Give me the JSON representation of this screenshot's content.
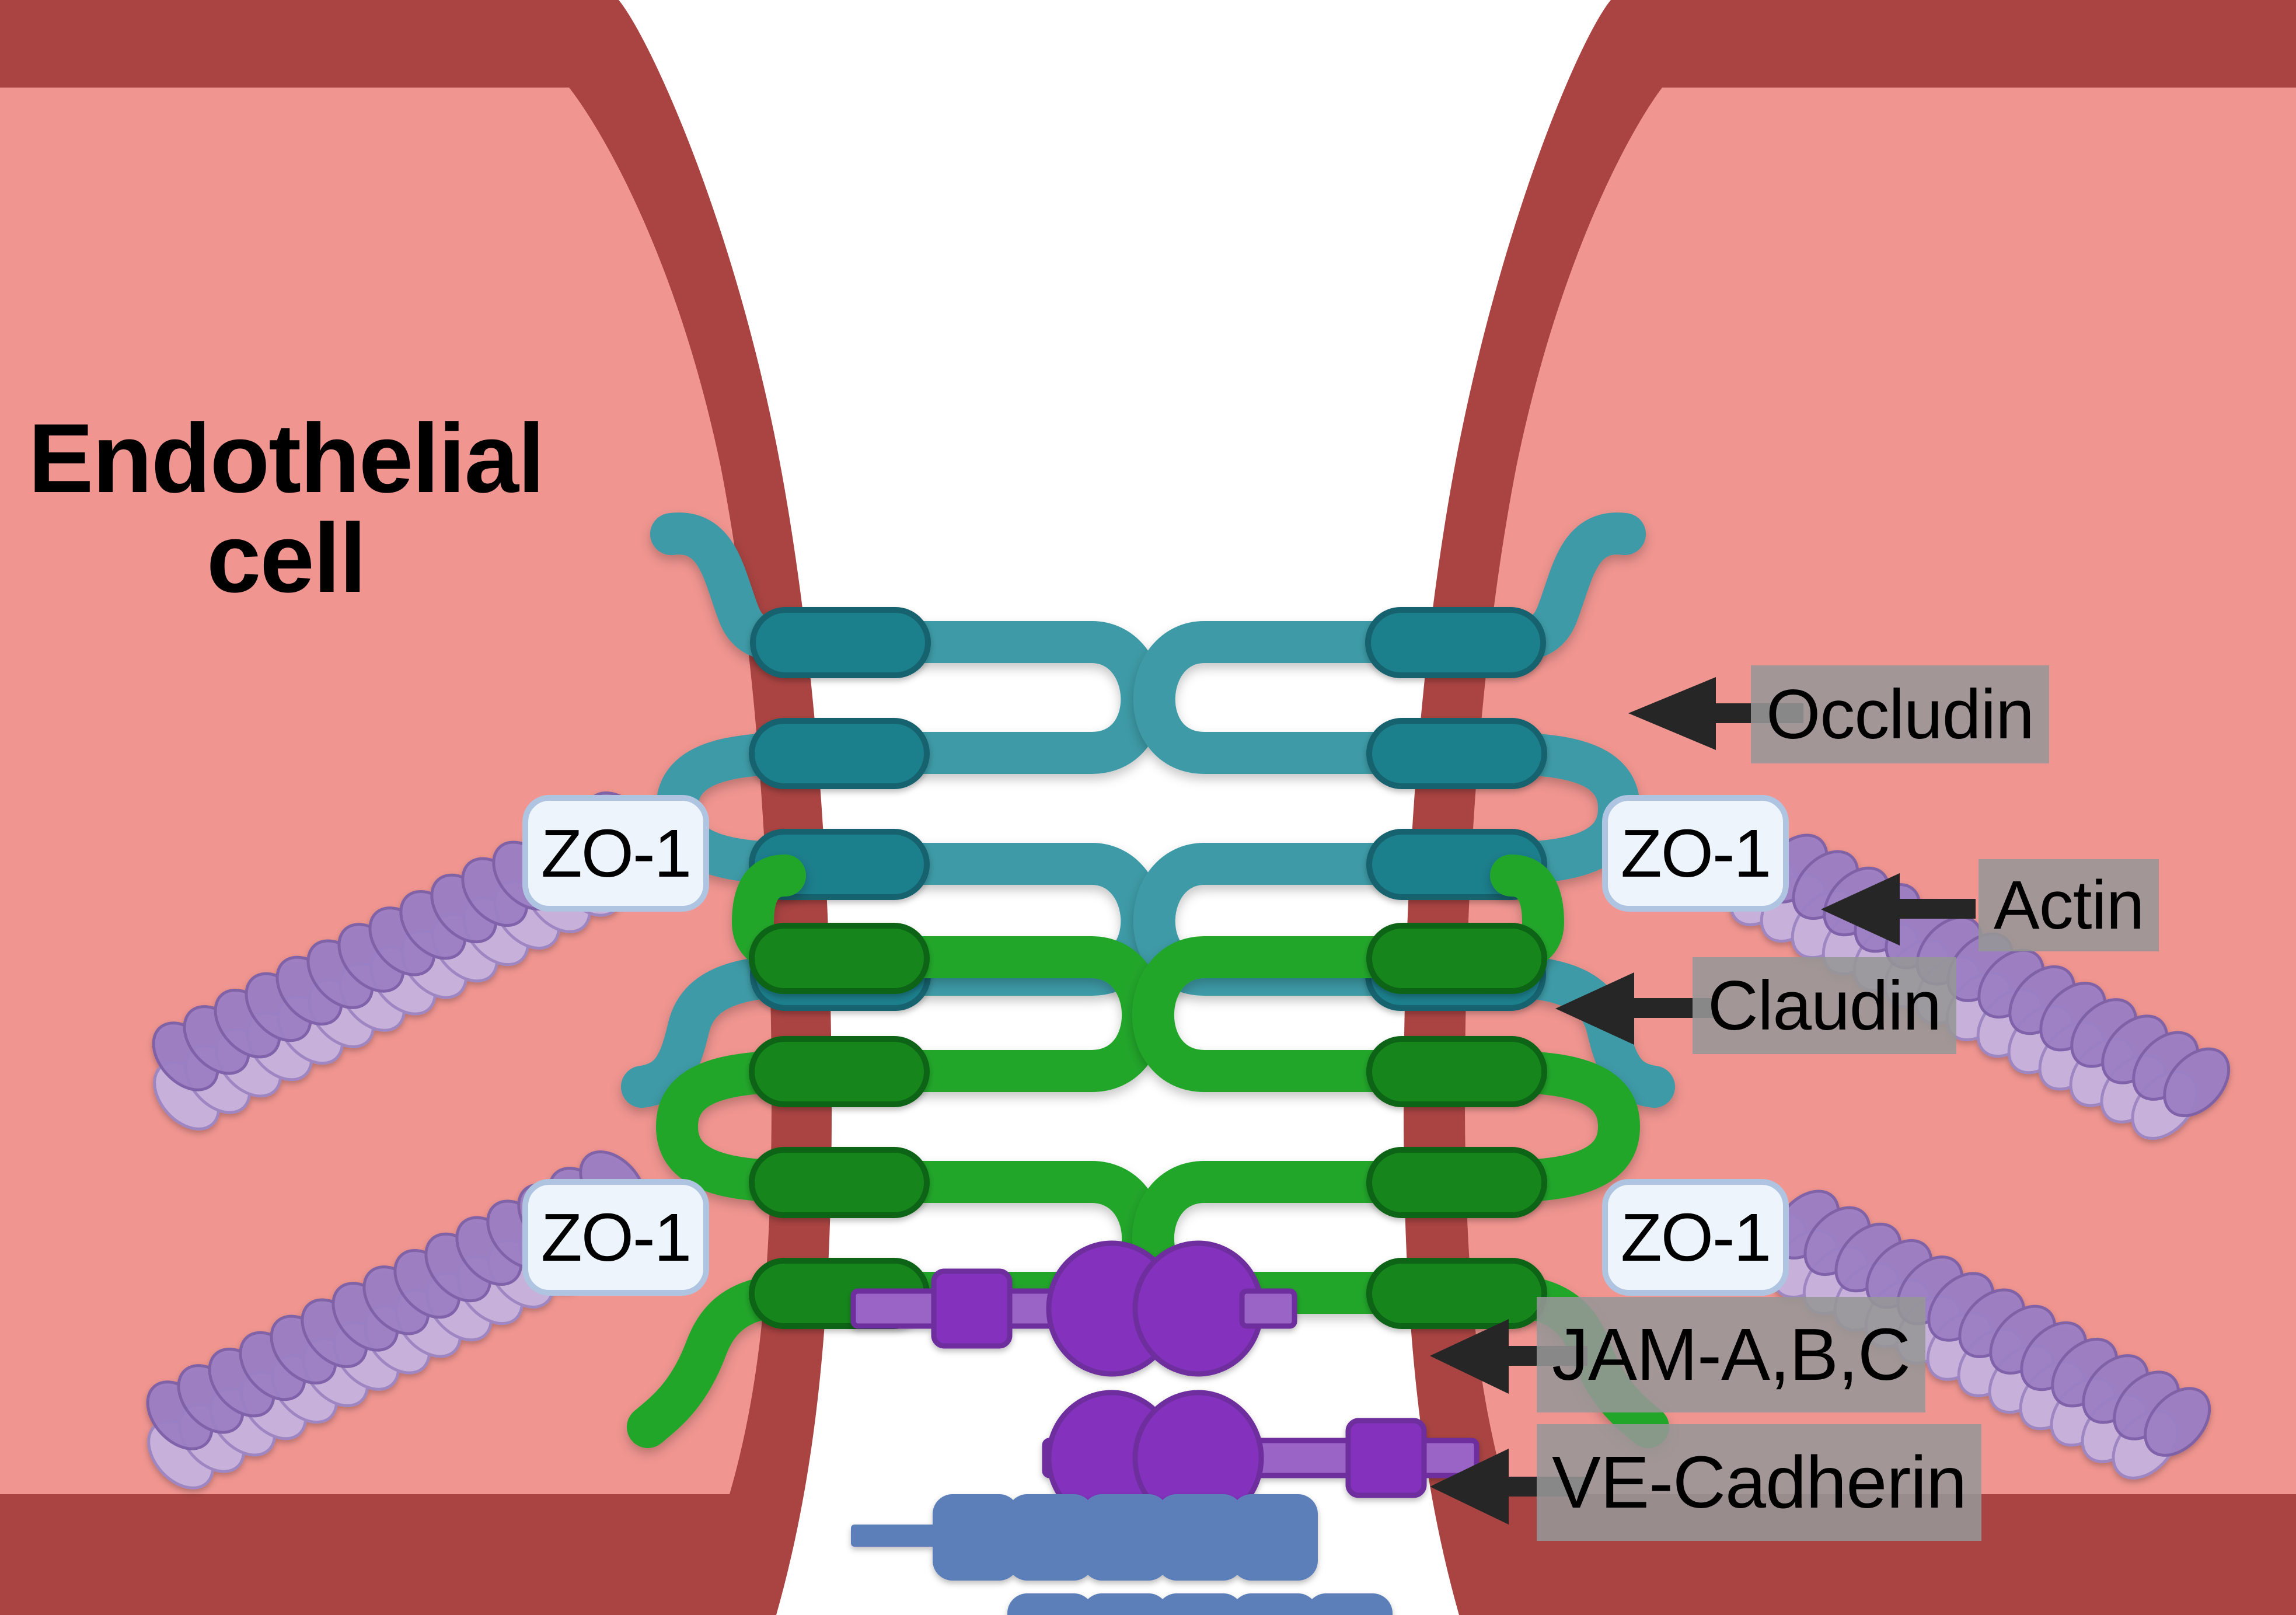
{
  "figure": {
    "type": "biological-diagram",
    "subject": "Endothelial cell tight junction complex",
    "background_color": "#ffffff"
  },
  "cell": {
    "title": "Endothelial\ncell",
    "title_line1": "Endothelial",
    "title_line2": "cell",
    "cytoplasm_color": "#F09590",
    "membrane_color": "#A94442"
  },
  "labels": {
    "occludin": "Occludin",
    "actin": "Actin",
    "claudin": "Claudin",
    "jam": "JAM-A,B,C",
    "ve_cadherin": "VE-Cadherin",
    "zo1": "ZO-1",
    "box_color": "#969696",
    "arrow_color": "#262626"
  },
  "zo1_badges": [
    {
      "id": "zo1-upper-left",
      "text": "ZO-1"
    },
    {
      "id": "zo1-upper-right",
      "text": "ZO-1"
    },
    {
      "id": "zo1-lower-left",
      "text": "ZO-1"
    },
    {
      "id": "zo1-lower-right",
      "text": "ZO-1"
    }
  ],
  "proteins": [
    {
      "name": "Occludin",
      "color": "#3C9AA6",
      "stroke": "#1C6B75",
      "strands": 2,
      "loops_per_strand": 4
    },
    {
      "name": "Claudin",
      "color": "#22A62B",
      "stroke": "#15781A",
      "strands": 2,
      "loops_per_strand": 4
    },
    {
      "name": "JAM-A,B,C",
      "color": "#7E35B0",
      "stroke": "#5D1D88",
      "units": 2
    },
    {
      "name": "VE-Cadherin",
      "color": "#5B7FBA",
      "stroke": "#5B7FBA",
      "units": 2,
      "domains_per_unit": 5
    },
    {
      "name": "Actin",
      "color_dark": "#8E6FB8",
      "color_light": "#C2AEDC",
      "filaments": 4
    },
    {
      "name": "ZO-1",
      "color": "#eef4fb",
      "border": "#aec4e0"
    }
  ]
}
